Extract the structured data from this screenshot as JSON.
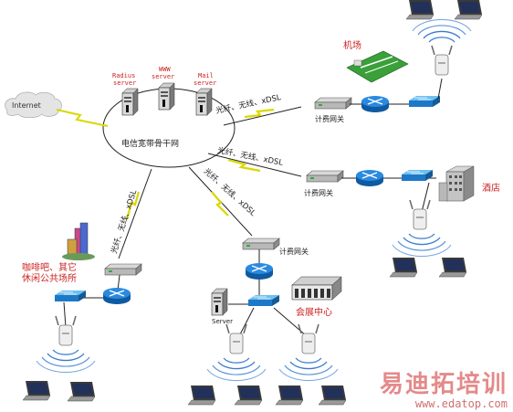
{
  "labels": {
    "internet": "Internet",
    "backbone": "电信宽带骨干网",
    "radius": [
      "Radius",
      "server"
    ],
    "www": [
      "WWW",
      "server"
    ],
    "mail": [
      "Mail",
      "server"
    ],
    "link_airport": "光纤、无线、xDSL",
    "link_hotel": "光纤、无线、xDSL",
    "link_expo": "光纤、无线、xDSL",
    "link_cafe": "光纤、无线、xDSL",
    "gw_airport": "计费网关",
    "gw_hotel": "计费网关",
    "gw_expo": "计费网关",
    "airport": "机场",
    "hotel": "酒店",
    "expo": "会展中心",
    "cafe": [
      "咖啡吧、其它",
      "休闲公共场所"
    ],
    "server": "Server"
  },
  "watermark": {
    "title": "易迪拓培训",
    "url": "www.edatop.com"
  },
  "colors": {
    "label_red": "#cc2222",
    "router_blue": "#1e78c8",
    "switch_blue": "#3a9ad8",
    "wave_blue": "#3a7ad0",
    "lightning": "#e0e000"
  }
}
